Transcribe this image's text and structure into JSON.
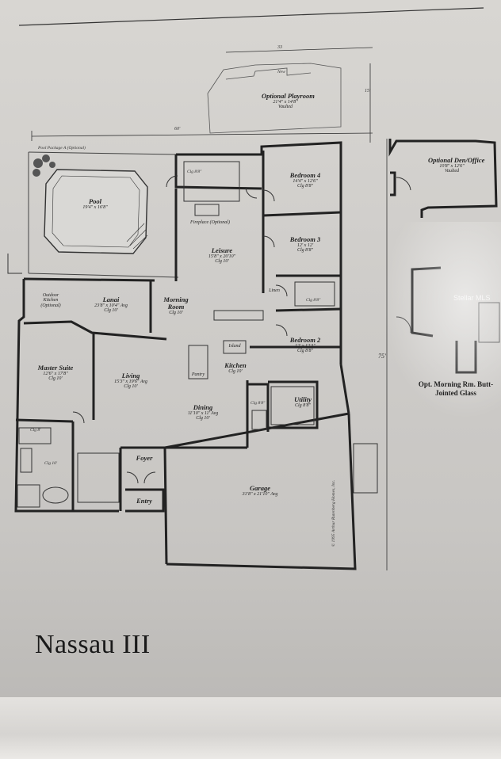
{
  "title": "Nassau III",
  "pool_package_note": "Pool Package A (Optional)",
  "copyright": "© 1995 Arthur Rutenberg Homes, Inc.",
  "watermark": "Stellar MLS",
  "dimensions": {
    "top_width": "33",
    "overall_width": "60'",
    "depth": "75'",
    "side_15": "15'"
  },
  "rooms": {
    "playroom": {
      "name": "Optional Playroom",
      "dims": "21'4\" x 14'8\"",
      "ceiling": "Vaulted"
    },
    "pool": {
      "name": "Pool",
      "dims": "19'4\" x 16'8\""
    },
    "bedroom4": {
      "name": "Bedroom 4",
      "dims": "14'4\" x 12'6\"",
      "ceiling": "Clg 8'8\""
    },
    "bedroom3": {
      "name": "Bedroom 3",
      "dims": "12' x 12'",
      "ceiling": "Clg 8'8\""
    },
    "bedroom2": {
      "name": "Bedroom 2",
      "dims": "12' x 12'4\"",
      "ceiling": "Clg 8'8\""
    },
    "leisure": {
      "name": "Leisure",
      "dims": "15'8\" x 20'10\"",
      "ceiling": "Clg 10'"
    },
    "fireplace": {
      "name": "Fireplace (Optional)"
    },
    "lanai": {
      "name": "Lanai",
      "dims": "23'8\" x 10'4\" Avg",
      "ceiling": "Clg 10'"
    },
    "outdoor_kitchen": {
      "name": "Outdoor Kitchen (Optional)"
    },
    "morning": {
      "name": "Morning Room",
      "ceiling": "Clg 10'"
    },
    "linen": {
      "name": "Linen"
    },
    "master": {
      "name": "Master Suite",
      "dims": "12'6\" x 17'8\"",
      "ceiling": "Clg 10'"
    },
    "living": {
      "name": "Living",
      "dims": "15'3\" x 19'6\" Avg",
      "ceiling": "Clg 10'"
    },
    "kitchen": {
      "name": "Kitchen",
      "ceiling": "Clg 10'"
    },
    "island": {
      "name": "Island"
    },
    "pantry": {
      "name": "Pantry"
    },
    "dining": {
      "name": "Dining",
      "dims": "11'10\" x 11' Avg",
      "ceiling": "Clg 10'"
    },
    "utility": {
      "name": "Utility",
      "ceiling": "Clg 8'8\""
    },
    "foyer": {
      "name": "Foyer"
    },
    "entry": {
      "name": "Entry"
    },
    "garage": {
      "name": "Garage",
      "dims": "31'8\" x 21'10\" Avg"
    },
    "den": {
      "name": "Optional Den/Office",
      "dims": "10'8\" x 12'6\"",
      "ceiling": "Vaulted"
    }
  },
  "small_labels": {
    "bath_top": "Clg 8'8\"",
    "bath_mid": "Clg 8'8\"",
    "bath_master": "Clg 8'",
    "bath_master2": "Clg 10'",
    "clg_utility": "Clg 8'8\"",
    "new": "New",
    "clg_top_bath": "Clg 8'8\""
  },
  "option_note": "Opt. Morning Rm. Butt-Jointed Glass"
}
